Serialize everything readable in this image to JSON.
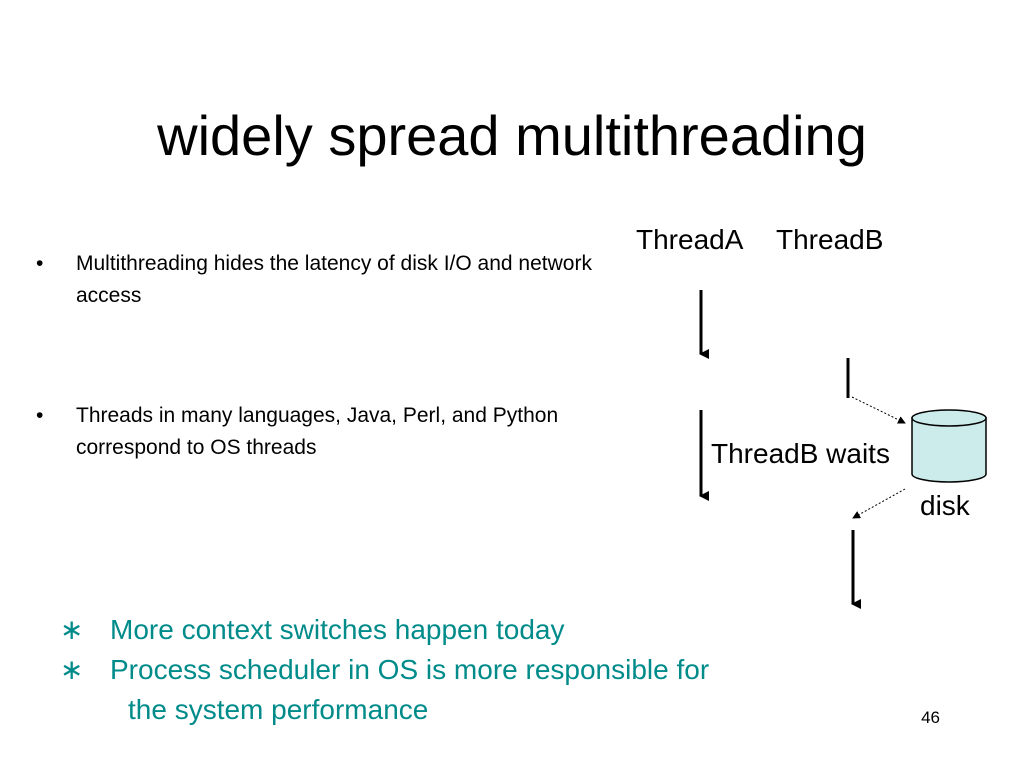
{
  "slide": {
    "title": "widely spread multithreading",
    "bullets": [
      {
        "marker": "•",
        "text": "Multithreading hides the latency of disk I/O and network access"
      },
      {
        "marker": "•",
        "text": "Threads in many languages, Java, Perl, and Python correspond to OS threads"
      }
    ],
    "diagram": {
      "thread_a_label": "ThreadA",
      "thread_b_label": "ThreadB",
      "waits_label": "ThreadB waits",
      "disk_label": "disk"
    },
    "footer_points": [
      {
        "marker": "∗",
        "line1": "More context switches happen today",
        "line2": ""
      },
      {
        "marker": "∗",
        "line1": "Process scheduler in OS is more responsible for",
        "line2": "the system performance"
      }
    ],
    "page_number": "46"
  },
  "colors": {
    "text": "#000000",
    "accent": "#008B8B",
    "disk_fill": "#CCEBEB",
    "background": "#FFFFFF"
  },
  "icons": {
    "disk": "cylinder-icon",
    "arrow": "arrow-down-icon"
  }
}
